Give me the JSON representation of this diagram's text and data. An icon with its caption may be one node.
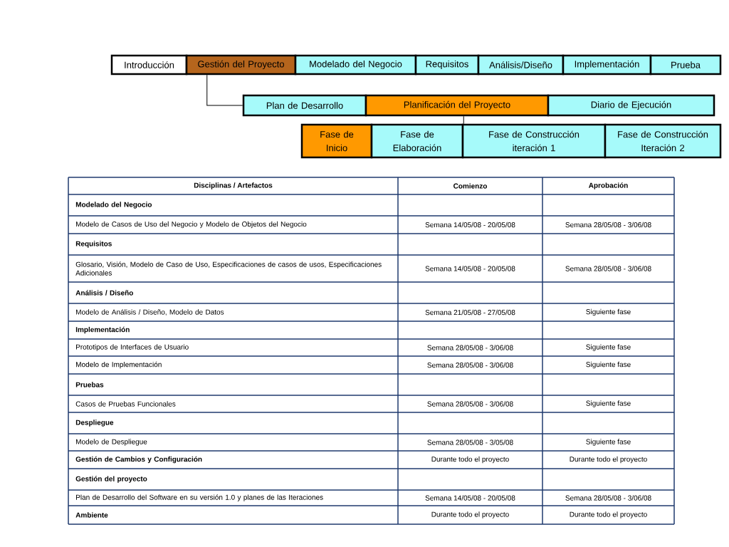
{
  "diagram": {
    "nodes": [
      {
        "text": [
          "Introducción"
        ]
      },
      {
        "text": [
          "Gestión del Proyecto"
        ]
      },
      {
        "text": [
          "Modelado del Negocio"
        ]
      },
      {
        "text": [
          "Requisitos"
        ]
      },
      {
        "text": [
          "Análisis/Diseño"
        ]
      },
      {
        "text": [
          "Implementación"
        ]
      },
      {
        "text": [
          "Prueba"
        ]
      },
      {
        "text": [
          "Plan de Desarrollo"
        ]
      },
      {
        "text": [
          "Planificación del Proyecto"
        ]
      },
      {
        "text": [
          "Diario de Ejecución"
        ]
      },
      {
        "text": [
          "Fase de Inicio"
        ]
      },
      {
        "text": [
          "Fase de Elaboración"
        ]
      },
      {
        "text": [
          "Fase de Construcción iteración 1"
        ]
      },
      {
        "text": [
          "Fase de Construcción Iteración 2"
        ]
      }
    ],
    "edges": [
      {
        "from": 1,
        "to": 7,
        "arrow": "none"
      },
      {
        "from": 8,
        "to": 11,
        "arrow": "none"
      }
    ],
    "labels": [
      "Disciplinas / Artefactos",
      "Comienzo",
      "Aprobación",
      "Modelado del Negocio",
      "Modelo de Casos de Uso del Negocio y Modelo de Objetos del Negocio",
      "Semana 14/05/08 - 20/05/08",
      "Semana 28/05/08 - 3/06/08",
      "Requisitos",
      "Glosario, Visión, Modelo de Caso de Uso, Especificaciones de casos de usos, Especificaciones Adicionales",
      "Semana 14/05/08 - 20/05/08",
      "Semana 28/05/08 - 3/06/08",
      "Análisis / Diseño",
      "Modelo de Análisis / Diseño, Modelo de Datos",
      "Semana 21/05/08 - 27/05/08",
      "Siguiente fase",
      "Implementación",
      "Prototipos de Interfaces de Usuario",
      "Semana 28/05/08 - 3/06/08",
      "Siguiente fase",
      "Modelo de Implementación",
      "Semana 28/05/08 - 3/06/08",
      "Siguiente fase",
      "Pruebas",
      "Casos de Pruebas Funcionales",
      "Semana 28/05/08 - 3/06/08",
      "Siguiente fase",
      "Despliegue",
      "Modelo de Despliegue",
      "Semana 28/05/08 - 3/05/08",
      "Siguiente fase",
      "Gestión de Cambios y Configuración",
      "Durante todo el proyecto",
      "Durante todo el proyecto",
      "Gestión del proyecto",
      "Plan de Desarrollo del Software en su versión 1.0 y planes de las Iteraciones",
      "Semana 14/05/08 - 20/05/08",
      "Semana 28/05/08 - 3/06/08",
      "Ambiente",
      "Durante todo el proyecto",
      "Durante todo el proyecto"
    ]
  }
}
